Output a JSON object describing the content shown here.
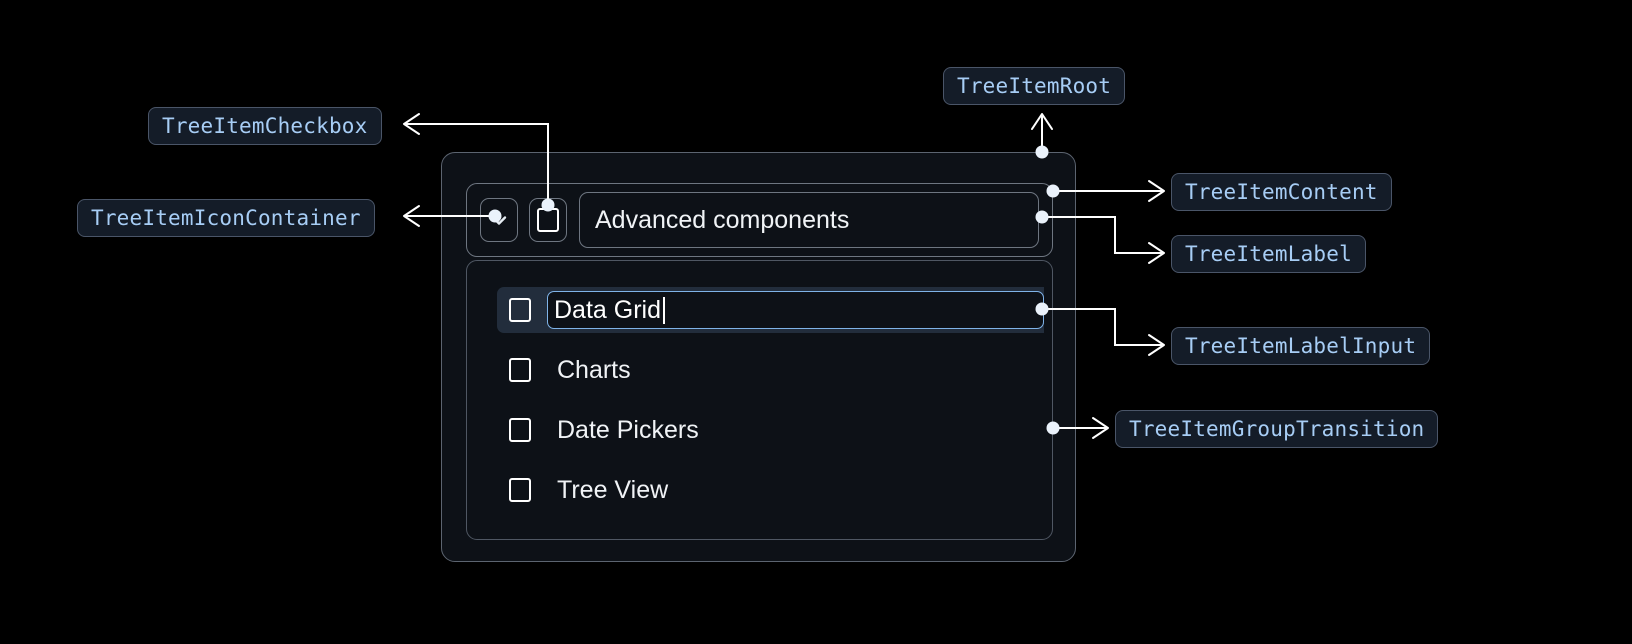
{
  "page": {
    "background": "#000000",
    "accent_blue": "#a7cdf5",
    "badge_bg": "#141c28",
    "badge_border": "#4a5568",
    "input_border": "#7fb3e8",
    "selected_row_bg": "#222d3c"
  },
  "annotations": [
    {
      "id": "tree-item-checkbox",
      "label": "TreeItemCheckbox"
    },
    {
      "id": "tree-item-icon-container",
      "label": "TreeItemIconContainer"
    },
    {
      "id": "tree-item-root",
      "label": "TreeItemRoot"
    },
    {
      "id": "tree-item-content",
      "label": "TreeItemContent"
    },
    {
      "id": "tree-item-label",
      "label": "TreeItemLabel"
    },
    {
      "id": "tree-item-label-input",
      "label": "TreeItemLabelInput"
    },
    {
      "id": "tree-item-group-transition",
      "label": "TreeItemGroupTransition"
    }
  ],
  "tree": {
    "header": {
      "icon": "chevron-down-icon",
      "checkbox_checked": false,
      "label": "Advanced components"
    },
    "items": [
      {
        "label": "Data Grid",
        "checked": false,
        "editing": true,
        "selected": true
      },
      {
        "label": "Charts",
        "checked": false,
        "editing": false,
        "selected": false
      },
      {
        "label": "Date Pickers",
        "checked": false,
        "editing": false,
        "selected": false
      },
      {
        "label": "Tree View",
        "checked": false,
        "editing": false,
        "selected": false
      }
    ],
    "editing_value": "Data Grid"
  }
}
